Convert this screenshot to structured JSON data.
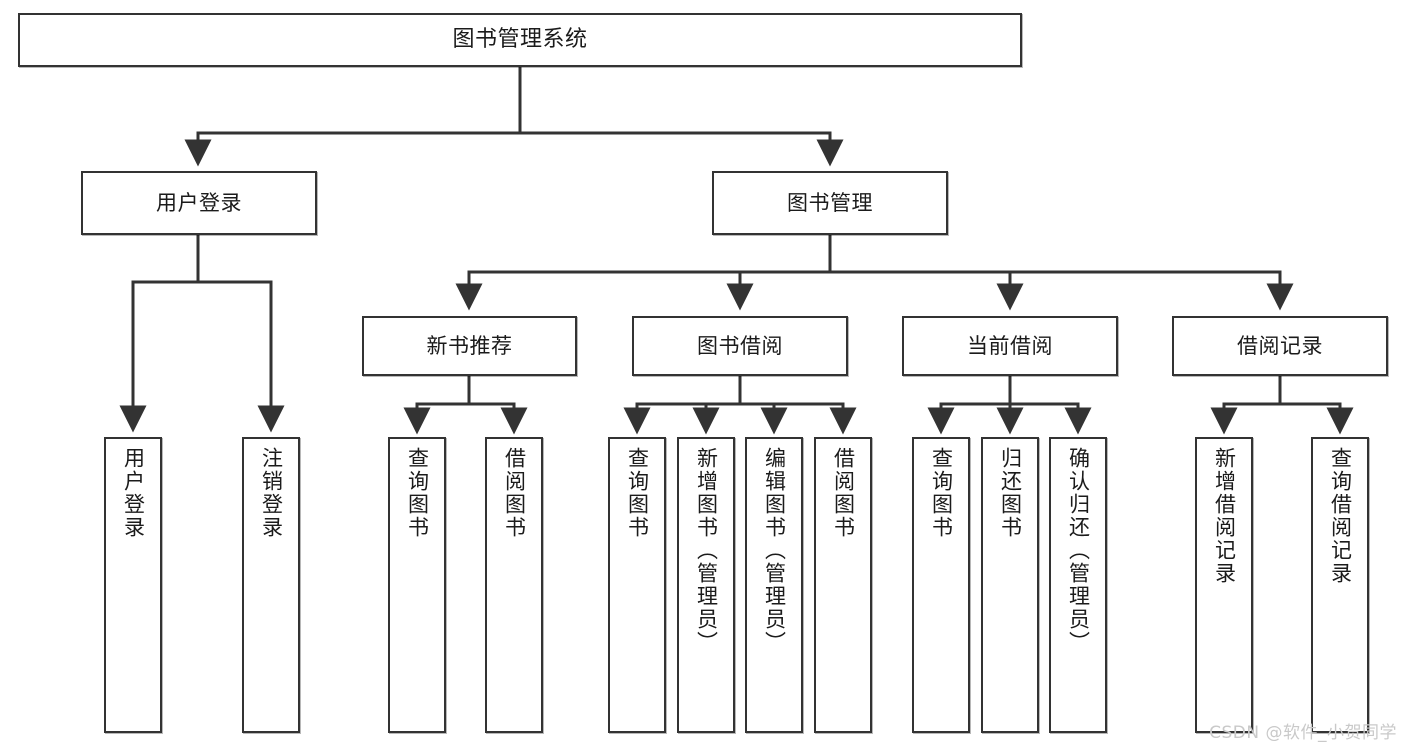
{
  "diagram": {
    "type": "tree-hierarchy",
    "title": "图书管理系统",
    "watermark": "CSDN @软件_小贺同学",
    "colors": {
      "box_border": "#333333",
      "box_fill": "#ffffff",
      "connector": "#333333",
      "text": "#1b1b1b",
      "watermark": "#c9c9c9"
    },
    "levels": {
      "root": {
        "label": "图书管理系统"
      },
      "level2": [
        {
          "label": "用户登录"
        },
        {
          "label": "图书管理"
        }
      ],
      "level3": [
        {
          "label": "新书推荐"
        },
        {
          "label": "图书借阅"
        },
        {
          "label": "当前借阅"
        },
        {
          "label": "借阅记录"
        }
      ],
      "leaves": [
        {
          "label": "用户登录",
          "parent": "用户登录"
        },
        {
          "label": "注销登录",
          "parent": "用户登录"
        },
        {
          "label": "查询图书",
          "parent": "新书推荐"
        },
        {
          "label": "借阅图书",
          "parent": "新书推荐"
        },
        {
          "label": "查询图书",
          "parent": "图书借阅"
        },
        {
          "label": "新增图书（管理员）",
          "parent": "图书借阅"
        },
        {
          "label": "编辑图书（管理员）",
          "parent": "图书借阅"
        },
        {
          "label": "借阅图书",
          "parent": "图书借阅"
        },
        {
          "label": "查询图书",
          "parent": "当前借阅"
        },
        {
          "label": "归还图书",
          "parent": "当前借阅"
        },
        {
          "label": "确认归还（管理员）",
          "parent": "当前借阅"
        },
        {
          "label": "新增借阅记录",
          "parent": "借阅记录"
        },
        {
          "label": "查询借阅记录",
          "parent": "借阅记录"
        }
      ]
    }
  }
}
